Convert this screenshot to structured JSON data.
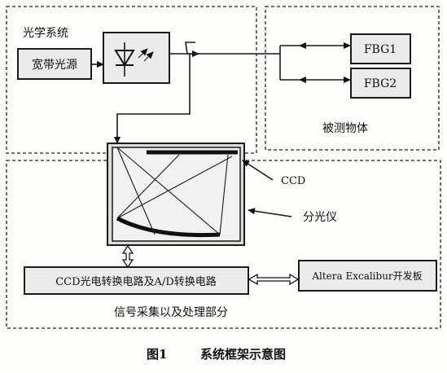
{
  "regions": {
    "optical_system": "光学系统",
    "measured_object": "被测物体",
    "signal_processing": "信号采集以及处理部分"
  },
  "blocks": {
    "broadband_source": "宽带光源",
    "fbg1": "FBG1",
    "fbg2": "FBG2",
    "ccd_conversion": "CCD光电转换电路及A/D转换电路",
    "altera_board": "Altera Excalibur开发板"
  },
  "labels": {
    "ccd": "CCD",
    "spectrometer": "分光仪"
  },
  "caption": {
    "number": "图1",
    "title": "系统框架示意图"
  }
}
